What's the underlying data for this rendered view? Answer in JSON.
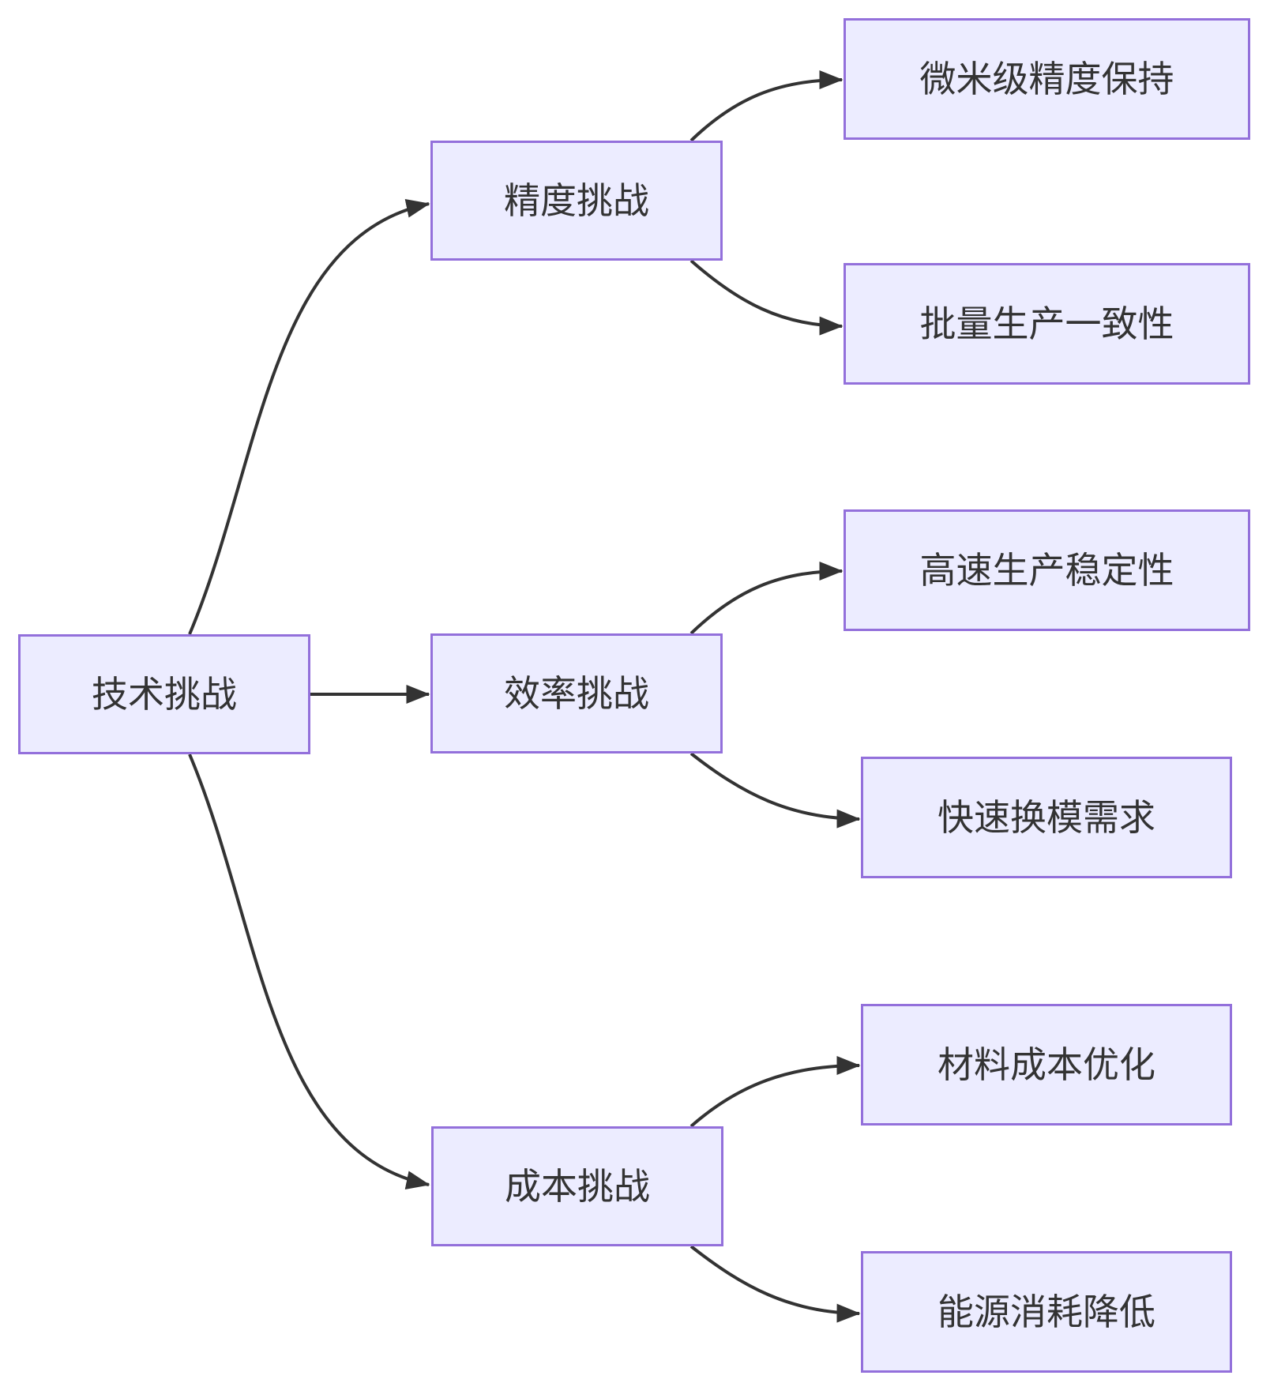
{
  "diagram": {
    "type": "flowchart-left-to-right",
    "colors": {
      "node_fill": "#ECECFF",
      "node_border": "#9370DB",
      "edge": "#333333",
      "text": "#333333",
      "background": "#FFFFFF"
    },
    "nodes": [
      {
        "id": "root",
        "label": "技术挑战"
      },
      {
        "id": "precision",
        "label": "精度挑战"
      },
      {
        "id": "efficiency",
        "label": "效率挑战"
      },
      {
        "id": "cost",
        "label": "成本挑战"
      },
      {
        "id": "leaf1",
        "label": "微米级精度保持"
      },
      {
        "id": "leaf2",
        "label": "批量生产一致性"
      },
      {
        "id": "leaf3",
        "label": "高速生产稳定性"
      },
      {
        "id": "leaf4",
        "label": "快速换模需求"
      },
      {
        "id": "leaf5",
        "label": "材料成本优化"
      },
      {
        "id": "leaf6",
        "label": "能源消耗降低"
      }
    ],
    "edges": [
      {
        "from": "技术挑战",
        "to": "精度挑战"
      },
      {
        "from": "技术挑战",
        "to": "效率挑战"
      },
      {
        "from": "技术挑战",
        "to": "成本挑战"
      },
      {
        "from": "精度挑战",
        "to": "微米级精度保持"
      },
      {
        "from": "精度挑战",
        "to": "批量生产一致性"
      },
      {
        "from": "效率挑战",
        "to": "高速生产稳定性"
      },
      {
        "from": "效率挑战",
        "to": "快速换模需求"
      },
      {
        "from": "成本挑战",
        "to": "材料成本优化"
      },
      {
        "from": "成本挑战",
        "to": "能源消耗降低"
      }
    ]
  }
}
